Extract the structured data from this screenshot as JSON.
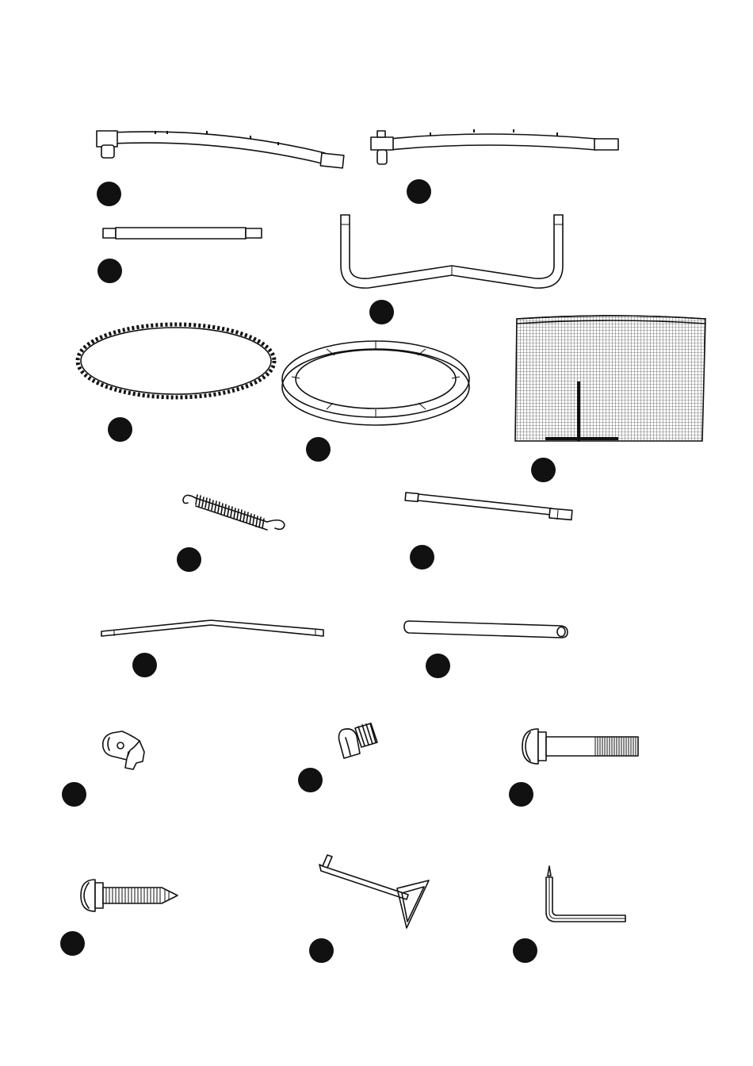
{
  "parts": [
    {
      "id": "curved-frame-tube",
      "icon": "curved-frame-tube-icon"
    },
    {
      "id": "curved-frame-tube-with-t-joint",
      "icon": "curved-frame-tube-t-joint-icon"
    },
    {
      "id": "straight-leg-tube",
      "icon": "straight-tube-icon"
    },
    {
      "id": "w-shaped-leg",
      "icon": "w-leg-icon"
    },
    {
      "id": "jumping-mat",
      "icon": "jumping-mat-icon"
    },
    {
      "id": "safety-pad",
      "icon": "safety-pad-icon"
    },
    {
      "id": "safety-net",
      "icon": "safety-net-icon"
    },
    {
      "id": "spring",
      "icon": "spring-icon"
    },
    {
      "id": "enclosure-pole",
      "icon": "enclosure-pole-icon"
    },
    {
      "id": "bent-rod",
      "icon": "bent-rod-icon"
    },
    {
      "id": "foam-sleeve",
      "icon": "foam-sleeve-icon"
    },
    {
      "id": "pole-cap",
      "icon": "pole-cap-icon"
    },
    {
      "id": "end-cap",
      "icon": "end-cap-icon"
    },
    {
      "id": "bolt",
      "icon": "bolt-icon"
    },
    {
      "id": "screw",
      "icon": "screw-icon"
    },
    {
      "id": "spring-puller-tool",
      "icon": "spring-tool-icon"
    },
    {
      "id": "allen-key",
      "icon": "allen-key-icon"
    }
  ]
}
